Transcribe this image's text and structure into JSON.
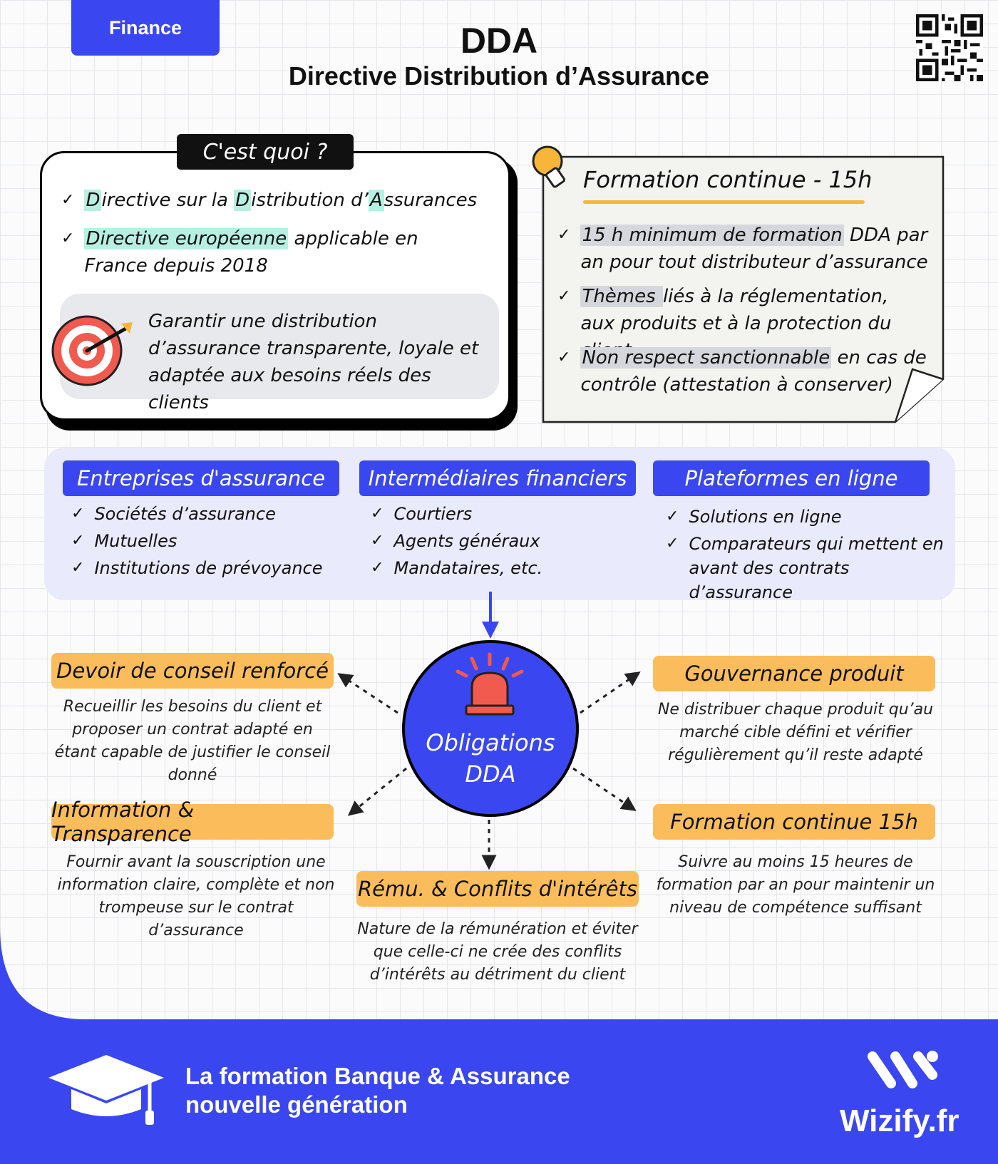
{
  "header": {
    "tag": "Finance",
    "title": "DDA",
    "subtitle": "Directive Distribution d’Assurance"
  },
  "quoi": {
    "label": "C'est quoi ?",
    "item1": {
      "p1": "D",
      "p2": "irective sur la ",
      "p3": "D",
      "p4": "istribution d’",
      "p5": "A",
      "p6": "ssurances"
    },
    "item2": {
      "hl": "Directive européenne",
      "rest": " applicable en France depuis 2018"
    },
    "goal": "Garantir une distribution d’assurance transparente, loyale et adaptée aux besoins réels des clients"
  },
  "formation": {
    "title": "Formation continue - 15h",
    "items": [
      {
        "hl": "15 h minimum de formation",
        "rest": " DDA par an pour tout distributeur d’assurance"
      },
      {
        "hl": "Thèmes ",
        "rest": "liés à la réglementation, aux produits  et à la protection du client"
      },
      {
        "hl": "Non respect sanctionnable",
        "rest": " en cas de contrôle (attestation à conserver)"
      }
    ]
  },
  "actors": [
    {
      "title": "Entreprises d'assurance",
      "items": [
        "Sociétés d’assurance",
        "Mutuelles",
        "Institutions de prévoyance"
      ]
    },
    {
      "title": "Intermédiaires financiers",
      "items": [
        "Courtiers",
        "Agents généraux",
        "Mandataires, etc."
      ]
    },
    {
      "title": "Plateformes en ligne",
      "items": [
        "Solutions en ligne",
        "Comparateurs qui mettent en avant des contrats d’assurance"
      ]
    }
  ],
  "obligations": {
    "center": {
      "line1": "Obligations",
      "line2": "DDA"
    },
    "conseil": {
      "title": "Devoir de conseil renforcé",
      "desc": "Recueillir les besoins du client et proposer un contrat adapté en étant capable de justifier le conseil donné"
    },
    "information": {
      "title": "Information & Transparence",
      "desc": "Fournir avant la souscription une information claire, complète et non trompeuse sur le contrat d’assurance"
    },
    "remu": {
      "title": "Rému. & Conflits d'intérêts",
      "desc": "Nature de la rémunération et éviter que celle-ci ne crée des conflits d’intérêts au détriment du client"
    },
    "gouvernance": {
      "title": "Gouvernance produit",
      "desc": "Ne distribuer chaque produit qu’au marché cible défini et vérifier régulièrement qu’il reste adapté"
    },
    "formation": {
      "title": "Formation continue 15h",
      "desc": "Suivre au moins 15 heures de formation par an pour maintenir un niveau de compétence suffisant"
    }
  },
  "footer": {
    "line1": "La formation Banque & Assurance",
    "line2": "nouvelle génération",
    "brand": "Wizify.fr"
  },
  "colors": {
    "blue": "#3a47f0",
    "orange": "#fbbd5b",
    "green_highlight": "#b7f0e2",
    "note_bg": "#f3f3f0"
  }
}
